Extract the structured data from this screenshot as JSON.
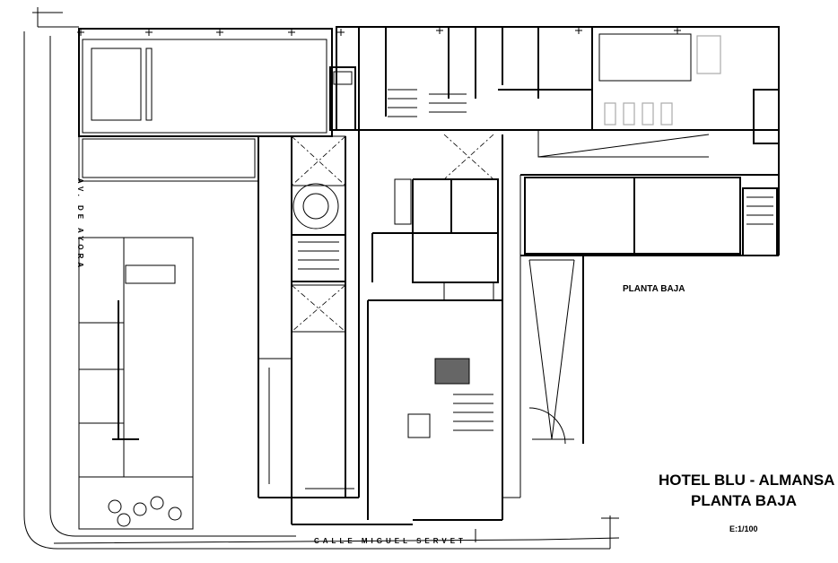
{
  "title": {
    "line1": "HOTEL BLU - ALMANSA",
    "line2": "PLANTA BAJA",
    "scale": "E:1/100"
  },
  "plan_label": "PLANTA BAJA",
  "streets": {
    "bottom": "CALLE MIGUEL SERVET",
    "left": "AV. DE AYORA"
  }
}
